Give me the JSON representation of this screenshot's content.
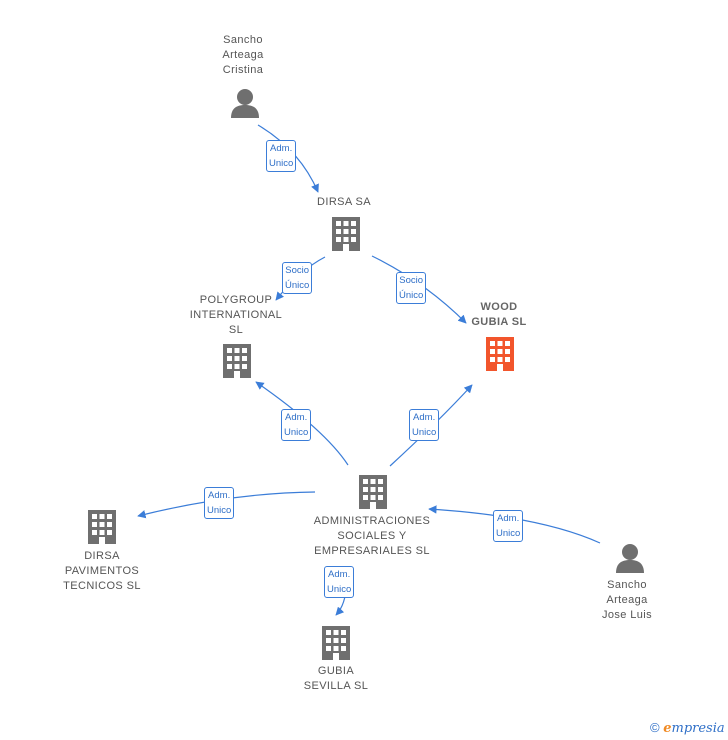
{
  "colors": {
    "edge": "#3b7dd8",
    "node_gray": "#6f6f6f",
    "highlight": "#f2552c"
  },
  "nodes": [
    {
      "id": "person-top",
      "label": "Sancho\nArteaga\nCristina",
      "type": "person",
      "icon": "person-icon"
    },
    {
      "id": "dirsa-sa",
      "label": "DIRSA SA",
      "type": "company",
      "icon": "building-icon"
    },
    {
      "id": "polygroup",
      "label": "POLYGROUP\nINTERNATIONAL\nSL",
      "type": "company",
      "icon": "building-icon"
    },
    {
      "id": "wood-gubia",
      "label": "WOOD\nGUBIA  SL",
      "type": "company",
      "icon": "building-icon",
      "highlight": true
    },
    {
      "id": "admin",
      "label": "ADMINISTRACIONES\nSOCIALES Y\nEMPRESARIALES SL",
      "type": "company",
      "icon": "building-icon"
    },
    {
      "id": "dirsa-pav",
      "label": "DIRSA\nPAVIMENTOS\nTECNICOS SL",
      "type": "company",
      "icon": "building-icon"
    },
    {
      "id": "gubia-sevilla",
      "label": "GUBIA\nSEVILLA SL",
      "type": "company",
      "icon": "building-icon"
    },
    {
      "id": "person-right",
      "label": "Sancho\nArteaga\nJose Luis",
      "type": "person",
      "icon": "person-icon"
    }
  ],
  "edges": [
    {
      "from": "person-top",
      "to": "dirsa-sa",
      "label": "Adm.\nUnico"
    },
    {
      "from": "dirsa-sa",
      "to": "polygroup",
      "label": "Socio\nÚnico"
    },
    {
      "from": "dirsa-sa",
      "to": "wood-gubia",
      "label": "Socio\nÚnico"
    },
    {
      "from": "admin",
      "to": "polygroup",
      "label": "Adm.\nUnico"
    },
    {
      "from": "admin",
      "to": "wood-gubia",
      "label": "Adm.\nUnico"
    },
    {
      "from": "admin",
      "to": "dirsa-pav",
      "label": "Adm.\nUnico"
    },
    {
      "from": "admin",
      "to": "gubia-sevilla",
      "label": "Adm.\nUnico"
    },
    {
      "from": "person-right",
      "to": "admin",
      "label": "Adm.\nUnico"
    }
  ],
  "watermark": {
    "symbol": "©",
    "brand_initial": "e",
    "brand_rest": "mpresia"
  }
}
